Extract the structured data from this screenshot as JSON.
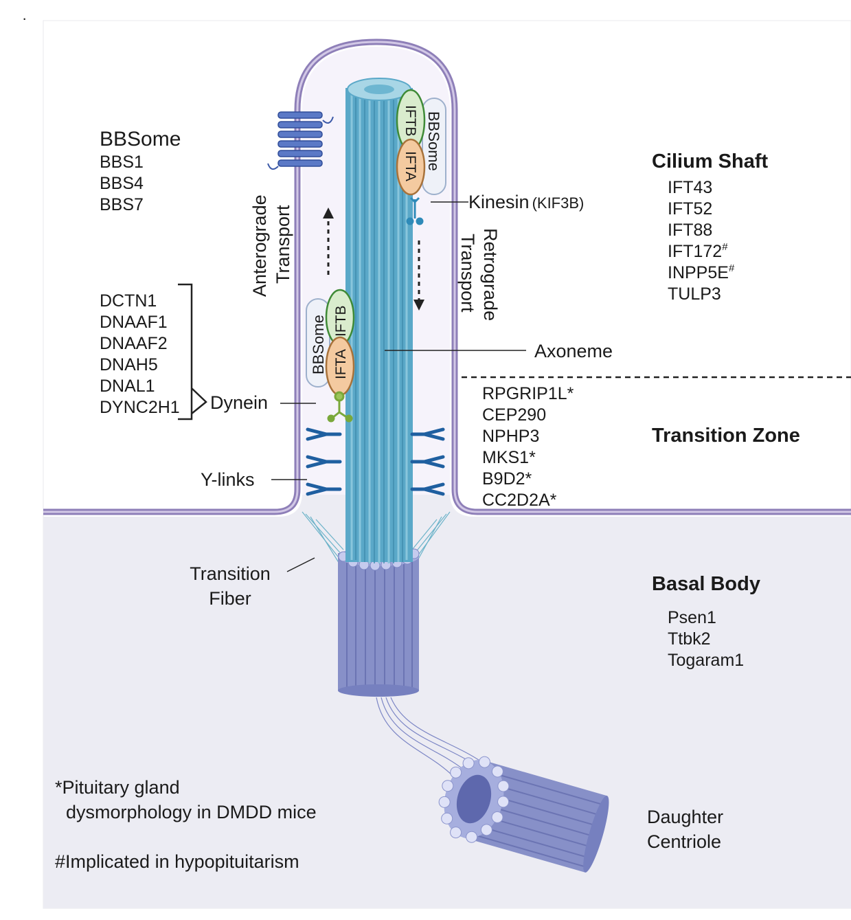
{
  "colors": {
    "membrane": "#8e7fb8",
    "membrane_inner": "#d2c8e6",
    "cytoplasm": "#ececf3",
    "axoneme": "#5aa8c8",
    "basal_body": "#8790c8",
    "iftb_fill": "#d9eccd",
    "iftb_stroke": "#3e8a36",
    "ifta_fill": "#f4caa0",
    "ifta_stroke": "#a8723a",
    "bbsome_fill": "#eef1f8",
    "ylink": "#1f5fa0"
  },
  "bbsome_group": {
    "title": "BBSome",
    "genes": [
      "BBS1",
      "BBS4",
      "BBS7"
    ]
  },
  "dynein_group": {
    "genes": [
      "DCTN1",
      "DNAAF1",
      "DNAAF2",
      "DNAH5",
      "DNAL1",
      "DYNC2H1"
    ],
    "label": "Dynein"
  },
  "cilium_shaft": {
    "title": "Cilium Shaft",
    "genes": [
      {
        "name": "IFT43",
        "mark": ""
      },
      {
        "name": "IFT52",
        "mark": ""
      },
      {
        "name": "IFT88",
        "mark": ""
      },
      {
        "name": "IFT172",
        "mark": "#"
      },
      {
        "name": "INPP5E",
        "mark": "#"
      },
      {
        "name": "TULP3",
        "mark": ""
      }
    ]
  },
  "transition_zone": {
    "title": "Transition Zone",
    "genes": [
      "RPGRIP1L*",
      "CEP290",
      "NPHP3",
      "MKS1*",
      "B9D2*",
      "CC2D2A*"
    ]
  },
  "basal_body": {
    "title": "Basal Body",
    "genes": [
      "Psen1",
      "Ttbk2",
      "Togaram1"
    ]
  },
  "labels": {
    "kinesin": "Kinesin",
    "kinesin_gene": "(KIF3B)",
    "axoneme": "Axoneme",
    "ylinks": "Y-links",
    "transition_fiber_1": "Transition",
    "transition_fiber_2": "Fiber",
    "daughter_centriole_1": "Daughter",
    "daughter_centriole_2": "Centriole",
    "anterograde_1": "Anterograde",
    "anterograde_2": "Transport",
    "retrograde_1": "Retrograde",
    "retrograde_2": "Transport",
    "iftb": "IFTB",
    "ifta": "IFTA",
    "bbsome": "BBSome"
  },
  "footnotes": {
    "star_1": "*Pituitary gland",
    "star_2": "dysmorphology in DMDD mice",
    "hash": "#Implicated in hypopituitarism"
  }
}
